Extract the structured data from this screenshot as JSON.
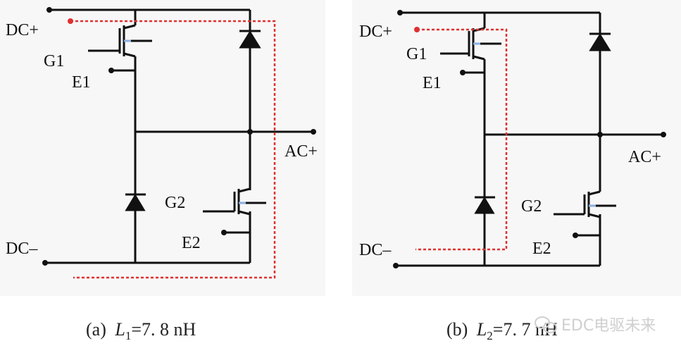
{
  "panel_a": {
    "labels": {
      "dc_plus": "DC+",
      "g1": "G1",
      "e1": "E1",
      "ac_plus": "AC+",
      "g2": "G2",
      "e2": "E2",
      "dc_minus": "DC–"
    },
    "caption": {
      "prefix": "(a)",
      "symbol": "L",
      "subscript": "1",
      "value": "=7. 8 nH"
    }
  },
  "panel_b": {
    "labels": {
      "dc_plus": "DC+",
      "g1": "G1",
      "e1": "E1",
      "ac_plus": "AC+",
      "g2": "G2",
      "e2": "E2",
      "dc_minus": "DC–"
    },
    "caption": {
      "prefix": "(b)",
      "symbol": "L",
      "subscript": "2",
      "value": "=7. 7 nH"
    }
  },
  "watermark": {
    "text": "EDC电驱未来"
  },
  "colors": {
    "wire": "#111111",
    "current_path": "#e03030",
    "gate_highlight": "#8ab0e0",
    "background": "#f7f7f7"
  }
}
